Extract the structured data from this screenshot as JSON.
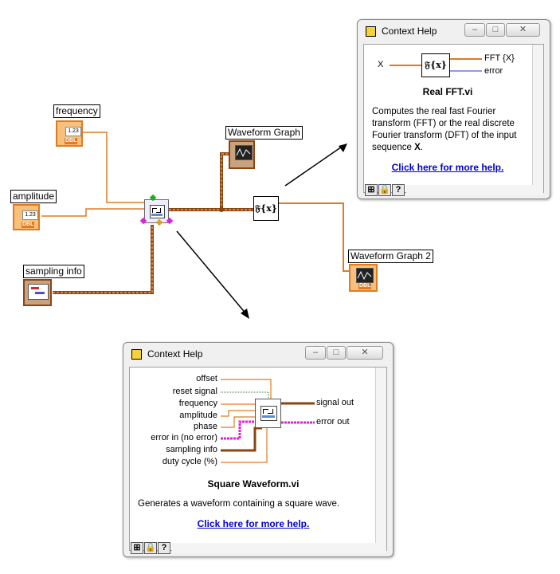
{
  "diagram": {
    "labels": {
      "frequency": "frequency",
      "amplitude": "amplitude",
      "sampling_info": "sampling info",
      "waveform_graph": "Waveform Graph",
      "waveform_graph_2": "Waveform Graph 2"
    },
    "numeric_glyph": "1.23",
    "dbl_tag": "DBL",
    "fft_glyph": "𝔉{x}"
  },
  "help_fft": {
    "title": "Context Help",
    "input_x": "X",
    "output_fft": "FFT {X}",
    "output_error": "error",
    "vi_name": "Real FFT.vi",
    "desc_pre": "Computes the real fast Fourier transform (FFT) or the real discrete Fourier transform (DFT) of the input sequence ",
    "desc_bold": "X",
    "desc_post": ".",
    "link": "Click here for more help."
  },
  "help_square": {
    "title": "Context Help",
    "inputs": {
      "offset": "offset",
      "reset_signal": "reset signal",
      "frequency": "frequency",
      "amplitude": "amplitude",
      "phase": "phase",
      "error_in": "error in (no error)",
      "sampling_info": "sampling info",
      "duty_cycle": "duty cycle (%)"
    },
    "outputs": {
      "signal_out": "signal out",
      "error_out": "error out"
    },
    "vi_name": "Square Waveform.vi",
    "description": "Generates a waveform containing a square wave.",
    "link": "Click here for more help."
  },
  "window_buttons": {
    "minimize": "–",
    "maximize": "□",
    "close": "✕",
    "help": "?"
  },
  "colors": {
    "dbl_wire": "#e07b20",
    "cluster_wire": "#8b4513",
    "error_wire": "#e020e0",
    "bool_wire": "#208020",
    "link": "#0000cc"
  }
}
